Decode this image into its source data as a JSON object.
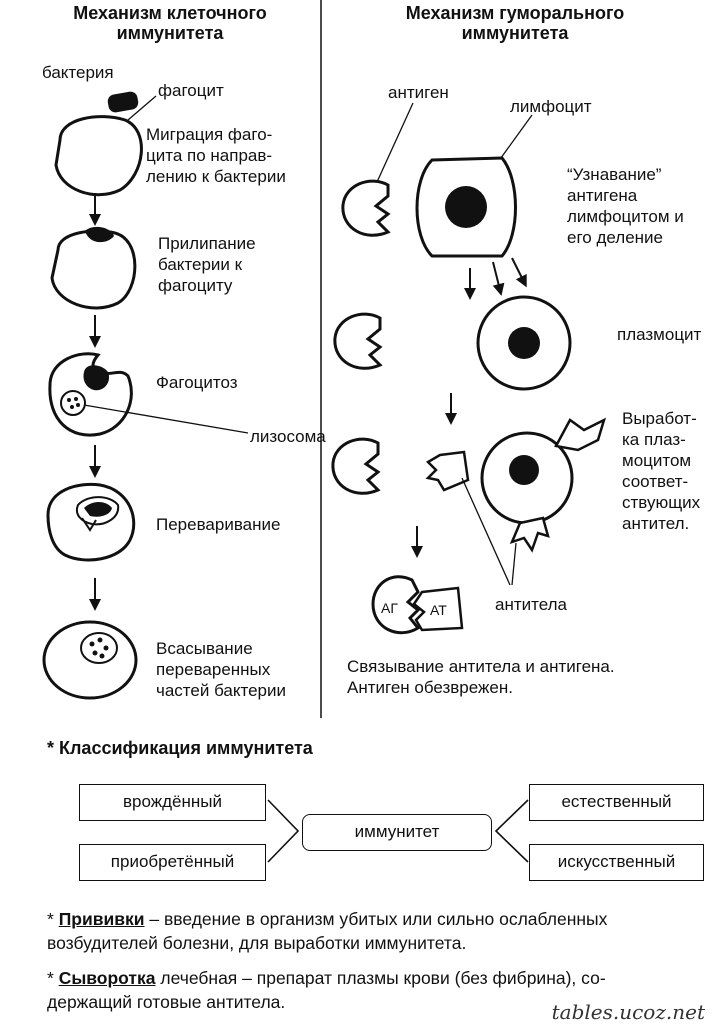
{
  "cellular": {
    "title_1": "Механизм клеточного",
    "title_2": "иммунитета",
    "bacteria": "бактерия",
    "phagocyte": "фагоцит",
    "step1": [
      "Миграция фаго-",
      "цита по направ-",
      "лению к бактерии"
    ],
    "step2": [
      "Прилипание",
      "бактерии к",
      "фагоциту"
    ],
    "step3": "Фагоцитоз",
    "lysosome": "лизосома",
    "step4": "Переваривание",
    "step5": [
      "Всасывание",
      "переваренных",
      "частей бактерии"
    ]
  },
  "humoral": {
    "title_1": "Механизм гуморального",
    "title_2": "иммунитета",
    "antigen": "антиген",
    "lymphocyte": "лимфоцит",
    "recognition": [
      "“Узнавание”",
      "антигена",
      "лимфоцитом и",
      "его деление"
    ],
    "plasmocyte": "плазмоцит",
    "production": [
      "Выработ-",
      "ка плаз-",
      "моцитом",
      "соответ-",
      "ствующих",
      "антител."
    ],
    "antibodies": "антитела",
    "ag": "АГ",
    "at": "АТ",
    "binding": [
      "Связывание антитела и антигена.",
      "Антиген обезврежен."
    ]
  },
  "classification": {
    "title": "* Классификация иммунитета",
    "center": "иммунитет",
    "left": [
      "врождённый",
      "приобретённый"
    ],
    "right": [
      "естественный",
      "искусственный"
    ]
  },
  "notes": {
    "vaccine_star": "* ",
    "vaccine_term": "Прививки",
    "vaccine_text": " – введение в организм убитых или сильно ослабленных",
    "vaccine_text2": "возбудителей болезни, для выработки иммунитета.",
    "serum_star": "* ",
    "serum_term": "Сыворотка",
    "serum_text": " лечебная – препарат плазмы крови (без фибрина), со-",
    "serum_text2": "держащий готовые антитела."
  },
  "watermark": "tables.ucoz.net"
}
